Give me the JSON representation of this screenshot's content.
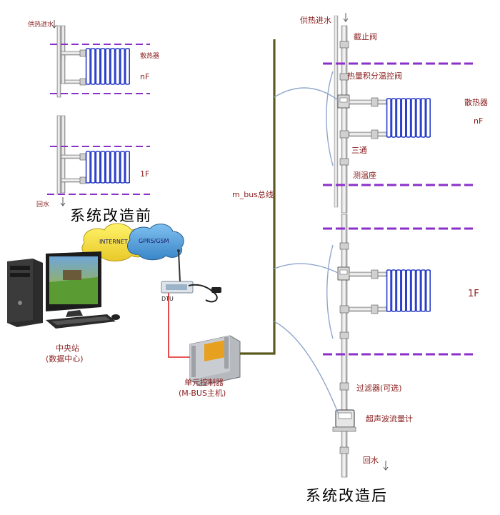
{
  "before": {
    "supply_in": "供热进水",
    "radiator": "散热器",
    "floor_n": "nF",
    "floor_1": "1F",
    "return": "回水",
    "title": "系统改造前"
  },
  "after": {
    "supply_in": "供热进水",
    "shutoff_valve": "截止阀",
    "heat_valve": "热量积分温控阀",
    "radiator": "散热器",
    "floor_n": "nF",
    "tee": "三通",
    "temp_seat": "测温座",
    "floor_1": "1F",
    "filter": "过滤器(可选)",
    "ultrasonic_meter": "超声波流量计",
    "return": "回水",
    "title": "系统改造后"
  },
  "network": {
    "bus": "m_bus总线",
    "internet": "INTERNET",
    "gprs": "GPRS/GSM",
    "dtu": "DTU",
    "center_name": "中央站",
    "center_desc": "(数据中心)",
    "controller_name": "单元控制器",
    "controller_desc": "(M-BUS主机)"
  },
  "colors": {
    "dashed_line": "#8b2fc9",
    "radiator": "#2b3fc8",
    "bus_line": "#5a5a1e",
    "dtu_link": "#e02020",
    "signal_wire": "#8fa6cc",
    "label": "#8b2020"
  }
}
